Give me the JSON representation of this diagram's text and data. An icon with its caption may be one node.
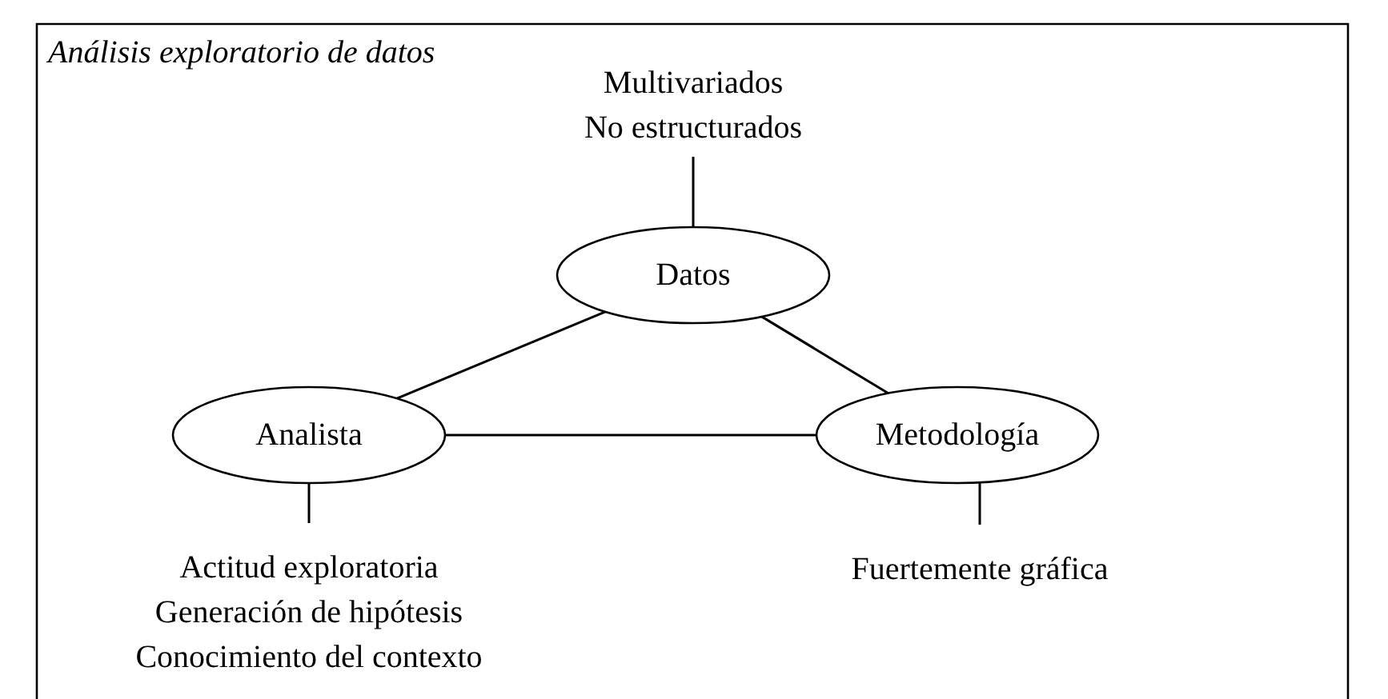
{
  "diagram": {
    "title": "Análisis exploratorio de datos",
    "nodes": [
      {
        "text": [
          "Datos"
        ]
      },
      {
        "text": [
          "Analista"
        ]
      },
      {
        "text": [
          "Metodología"
        ]
      },
      {
        "text": [
          "Multivariados",
          "No estructurados"
        ]
      },
      {
        "text": [
          "Actitud exploratoria",
          "Generación de hipótesis",
          "Conocimiento del contexto"
        ]
      },
      {
        "text": [
          "Fuertemente gráfica"
        ]
      }
    ],
    "edges": [
      {
        "from": 0,
        "to": 1,
        "arrow": "none"
      },
      {
        "from": 0,
        "to": 2,
        "arrow": "none"
      },
      {
        "from": 1,
        "to": 2,
        "arrow": "none"
      },
      {
        "from": 3,
        "to": 0,
        "arrow": "none"
      },
      {
        "from": 1,
        "to": 4,
        "arrow": "none"
      },
      {
        "from": 2,
        "to": 5,
        "arrow": "none"
      }
    ]
  }
}
